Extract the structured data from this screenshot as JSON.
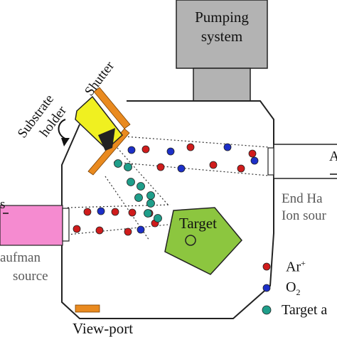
{
  "labels": {
    "pumping_line1": "Pumping",
    "pumping_line2": "system",
    "shutter": "Shutter",
    "substrate_line1": "Substrate",
    "substrate_line2": "holder",
    "target": "Target",
    "end_hall_line1": "End Ha",
    "end_hall_line2": "Ion sour",
    "end_hall_gas": "A",
    "kaufman_line1": "aufman",
    "kaufman_line2": "source",
    "kaufman_gas": "s",
    "view_port": "View-port"
  },
  "legend": {
    "items": [
      {
        "label": "Ar",
        "sup": "+",
        "sub": "",
        "color": "#d01c1c"
      },
      {
        "label": "O",
        "sup": "",
        "sub": "2",
        "color": "#1c2fc8"
      },
      {
        "label": "Target a",
        "sup": "",
        "sub": "",
        "color": "#1f9e8a"
      }
    ]
  },
  "colors": {
    "pump_fill": "#b3b3b3",
    "shutter": "#e98a1f",
    "substrate": "#f0f020",
    "target": "#8cc63f",
    "kaufman": "#f58bd0",
    "ar_ion": "#d01c1c",
    "oxygen": "#1c2fc8",
    "target_atom": "#1f9e8a"
  }
}
